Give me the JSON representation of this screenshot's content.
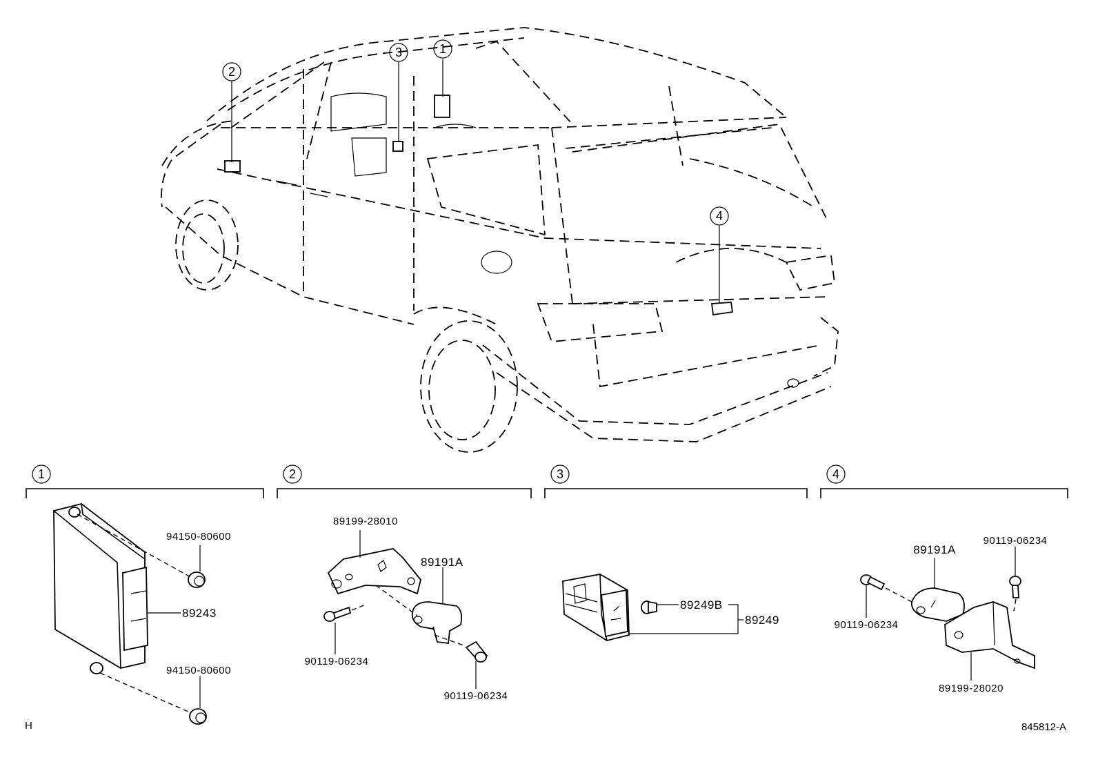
{
  "callouts": {
    "c1": "1",
    "c2": "2",
    "c3": "3",
    "c4": "4"
  },
  "sections": [
    {
      "number": "1"
    },
    {
      "number": "2"
    },
    {
      "number": "3"
    },
    {
      "number": "4"
    }
  ],
  "section1": {
    "nut_top": "94150-80600",
    "ecu": "89243",
    "nut_bottom": "94150-80600"
  },
  "section2": {
    "bracket": "89199-28010",
    "sensor": "89191A",
    "bolt_left": "90119-06234",
    "bolt_right": "90119-06234"
  },
  "section3": {
    "clip": "89249B",
    "switch": "89249"
  },
  "section4": {
    "sensor": "89191A",
    "bolt_top": "90119-06234",
    "bolt_left": "90119-06234",
    "bracket": "89199-28020"
  },
  "footer": {
    "left_code": "H",
    "diagram_id": "845812-A"
  }
}
